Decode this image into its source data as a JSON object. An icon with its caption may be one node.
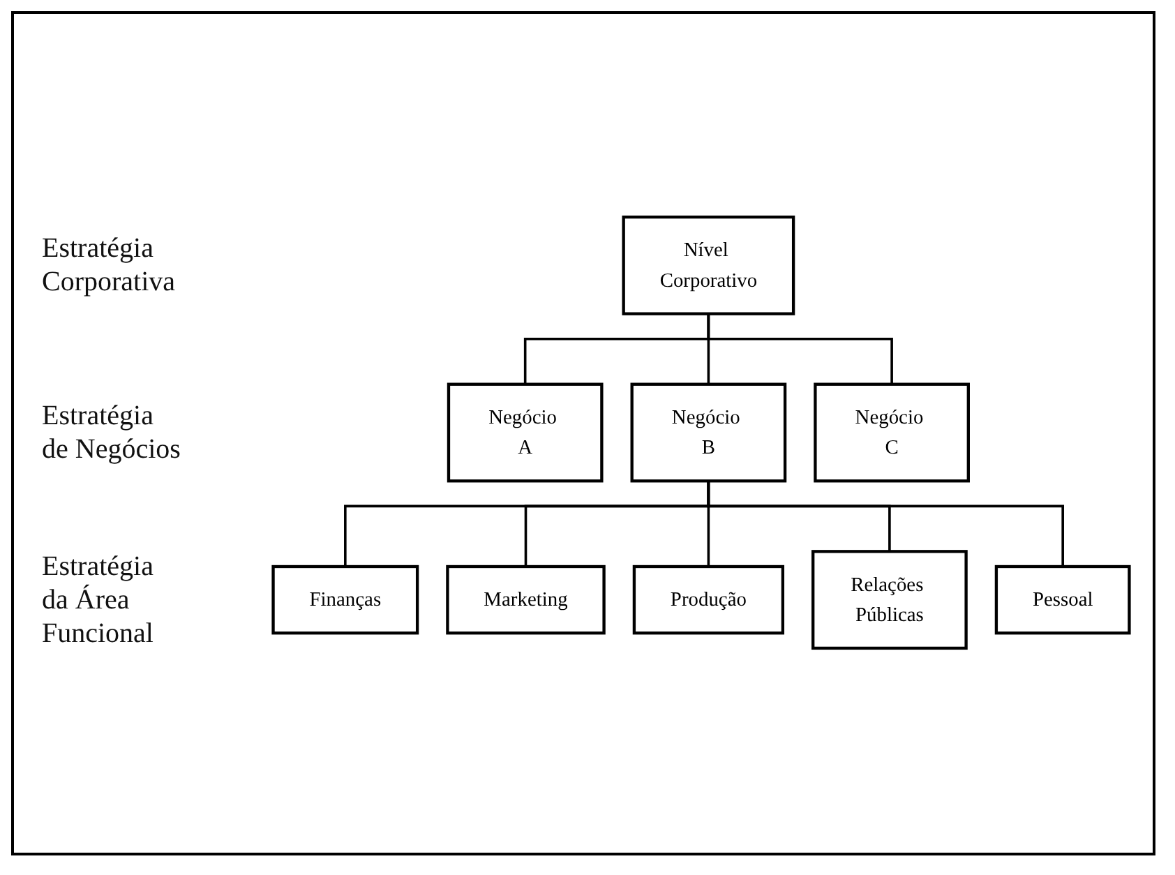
{
  "diagram": {
    "nodes": [
      {
        "text": [
          "Nível Corporativo"
        ]
      },
      {
        "text": [
          "Negócio A"
        ]
      },
      {
        "text": [
          "Negócio B"
        ]
      },
      {
        "text": [
          "Negócio C"
        ]
      },
      {
        "text": [
          "Finanças"
        ]
      },
      {
        "text": [
          "Produção"
        ]
      },
      {
        "text": [
          "Pessoal"
        ]
      },
      {
        "text": [
          "Marketing"
        ]
      },
      {
        "text": [
          "Relações Públicas"
        ]
      }
    ],
    "edges": [
      {
        "from": 0,
        "to": 1,
        "arrow": "none"
      },
      {
        "from": 0,
        "to": 2,
        "arrow": "none"
      },
      {
        "from": 0,
        "to": 3,
        "arrow": "none"
      },
      {
        "from": 2,
        "to": 4,
        "arrow": "none"
      },
      {
        "from": 2,
        "to": 7,
        "arrow": "none"
      },
      {
        "from": 2,
        "to": 5,
        "arrow": "none"
      },
      {
        "from": 2,
        "to": 8,
        "arrow": "none"
      },
      {
        "from": 2,
        "to": 6,
        "arrow": "none"
      }
    ],
    "labels": [
      "Estratégia Corporativa",
      "Estratégia de Negócios",
      "Estratégia da Área Funcional"
    ]
  }
}
